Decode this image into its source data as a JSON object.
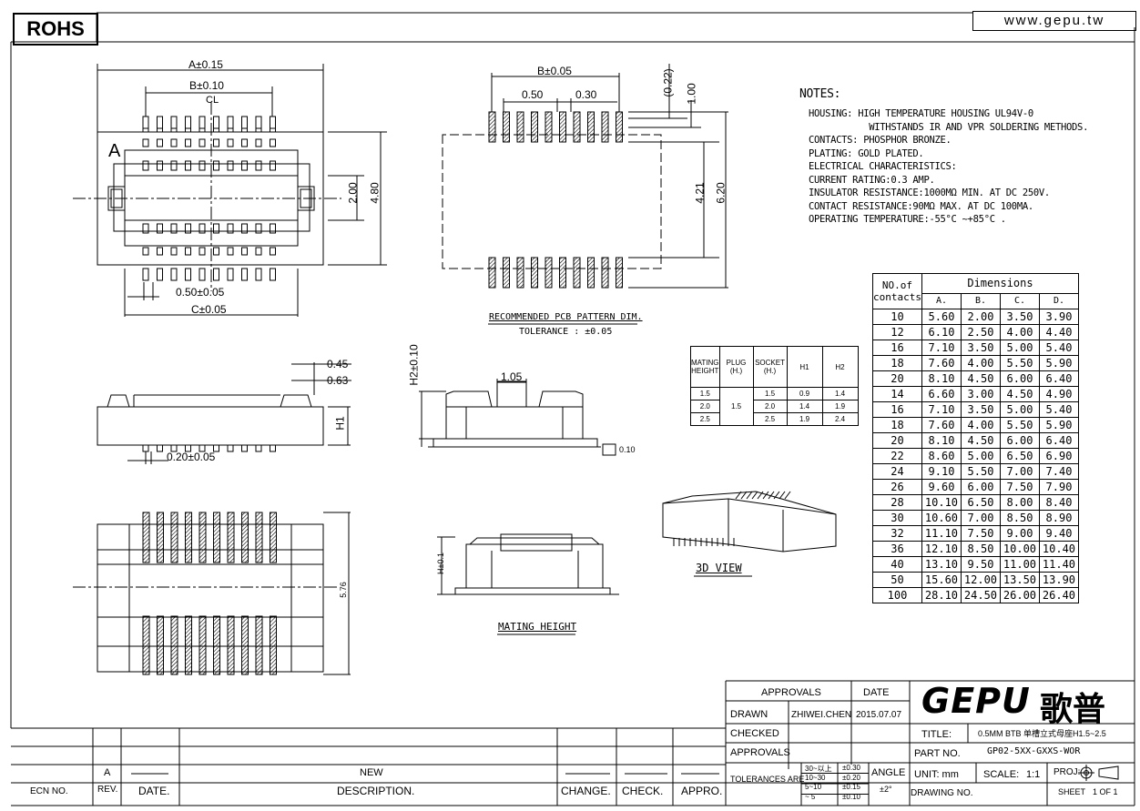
{
  "header": {
    "rohs": "ROHS",
    "website": "www.gepu.tw"
  },
  "drawing_labels": {
    "top_view": {
      "a": "A±0.15",
      "b": "B±0.10",
      "cl": "CL",
      "mark": "A",
      "d200": "2.00",
      "d480": "4.80",
      "pitch": "0.50±0.05",
      "c": "C±0.05"
    },
    "pcb": {
      "b": "B±0.05",
      "p050": "0.50",
      "p030": "0.30",
      "p022": "(0.22)",
      "p100": "1.00",
      "p421": "4.21",
      "p620": "6.20",
      "title": "RECOMMENDED PCB PATTERN DIM.",
      "tolerance": "TOLERANCE : ±0.05"
    },
    "side": {
      "d045": "0.45",
      "d063": "0.63",
      "h1": "H1",
      "d020": "0.20±0.05"
    },
    "front": {
      "h2": "H2±0.10",
      "d105": "1.05",
      "flat": "0.10"
    },
    "bottom": {
      "d576": "5.76"
    },
    "mating": {
      "h": "H±0.1",
      "title": "MATING HEIGHT"
    },
    "view3d": "3D  VIEW"
  },
  "notes": {
    "title": "NOTES:",
    "lines": [
      "HOUSING: HIGH TEMPERATURE HOUSING UL94V-0",
      "           WITHSTANDS IR AND VPR SOLDERING METHODS.",
      "CONTACTS: PHOSPHOR BRONZE.",
      "PLATING: GOLD PLATED.",
      "ELECTRICAL CHARACTERISTICS:",
      "CURRENT RATING:0.3 AMP.",
      "INSULATOR RESISTANCE:1000MΩ MIN. AT DC 250V.",
      "CONTACT RESISTANCE:90MΩ MAX. AT DC 100MA.",
      "OPERATING TEMPERATURE:-55°C ~+85°C ."
    ]
  },
  "dimensions_table": {
    "header_contacts": "NO.of contacts",
    "header_dims": "Dimensions",
    "cols": [
      "A.",
      "B.",
      "C.",
      "D."
    ],
    "rows": [
      [
        "10",
        "5.60",
        "2.00",
        "3.50",
        "3.90"
      ],
      [
        "12",
        "6.10",
        "2.50",
        "4.00",
        "4.40"
      ],
      [
        "16",
        "7.10",
        "3.50",
        "5.00",
        "5.40"
      ],
      [
        "18",
        "7.60",
        "4.00",
        "5.50",
        "5.90"
      ],
      [
        "20",
        "8.10",
        "4.50",
        "6.00",
        "6.40"
      ],
      [
        "14",
        "6.60",
        "3.00",
        "4.50",
        "4.90"
      ],
      [
        "16",
        "7.10",
        "3.50",
        "5.00",
        "5.40"
      ],
      [
        "18",
        "7.60",
        "4.00",
        "5.50",
        "5.90"
      ],
      [
        "20",
        "8.10",
        "4.50",
        "6.00",
        "6.40"
      ],
      [
        "22",
        "8.60",
        "5.00",
        "6.50",
        "6.90"
      ],
      [
        "24",
        "9.10",
        "5.50",
        "7.00",
        "7.40"
      ],
      [
        "26",
        "9.60",
        "6.00",
        "7.50",
        "7.90"
      ],
      [
        "28",
        "10.10",
        "6.50",
        "8.00",
        "8.40"
      ],
      [
        "30",
        "10.60",
        "7.00",
        "8.50",
        "8.90"
      ],
      [
        "32",
        "11.10",
        "7.50",
        "9.00",
        "9.40"
      ],
      [
        "36",
        "12.10",
        "8.50",
        "10.00",
        "10.40"
      ],
      [
        "40",
        "13.10",
        "9.50",
        "11.00",
        "11.40"
      ],
      [
        "50",
        "15.60",
        "12.00",
        "13.50",
        "13.90"
      ],
      [
        "100",
        "28.10",
        "24.50",
        "26.00",
        "26.40"
      ]
    ]
  },
  "mating_table": {
    "headers": [
      "MATING HEIGHT",
      "PLUG (H.)",
      "SOCKET (H.)",
      "H1",
      "H2"
    ],
    "plug": "1.5",
    "rows": [
      [
        "1.5",
        "1.5",
        "0.9",
        "1.4"
      ],
      [
        "2.0",
        "2.0",
        "1.4",
        "1.9"
      ],
      [
        "2.5",
        "2.5",
        "1.9",
        "2.4"
      ]
    ]
  },
  "title_block": {
    "approvals": "APPROVALS",
    "date": "DATE",
    "drawn": "DRAWN",
    "drawn_by": "ZHIWEI.CHEN",
    "drawn_date": "2015.07.07",
    "checked": "CHECKED",
    "approvals2": "APPROVALS",
    "tolerances": "TOLERANCES ARE",
    "tol_rows": [
      [
        "30~以上",
        "±0.30"
      ],
      [
        "10~30",
        "±0.20"
      ],
      [
        "5~10",
        "±0.15"
      ],
      [
        "~ 5",
        "±0.10"
      ]
    ],
    "angle": "ANGLE",
    "angle_val": "±2°",
    "logo": "GEPU",
    "logo_cn": "歌普",
    "title_label": "TITLE:",
    "title_val": "0.5MM BTB 单槽立式母座H1.5~2.5",
    "part_label": "PART NO.",
    "part_val": "GP02-5XX-GXXS-WOR",
    "unit_label": "UNIT: mm",
    "scale_label": "SCALE:",
    "scale_val": "1:1",
    "proj": "PROJ:",
    "drawing_no": "DRAWING NO.",
    "sheet": "SHEET",
    "sheet_val": "1 OF 1"
  },
  "revision_block": {
    "headers": [
      "ECN NO.",
      "REV.",
      "DATE.",
      "DESCRIPTION.",
      "CHANGE.",
      "CHECK.",
      "APPRO."
    ],
    "rev": "A",
    "description": "NEW"
  }
}
